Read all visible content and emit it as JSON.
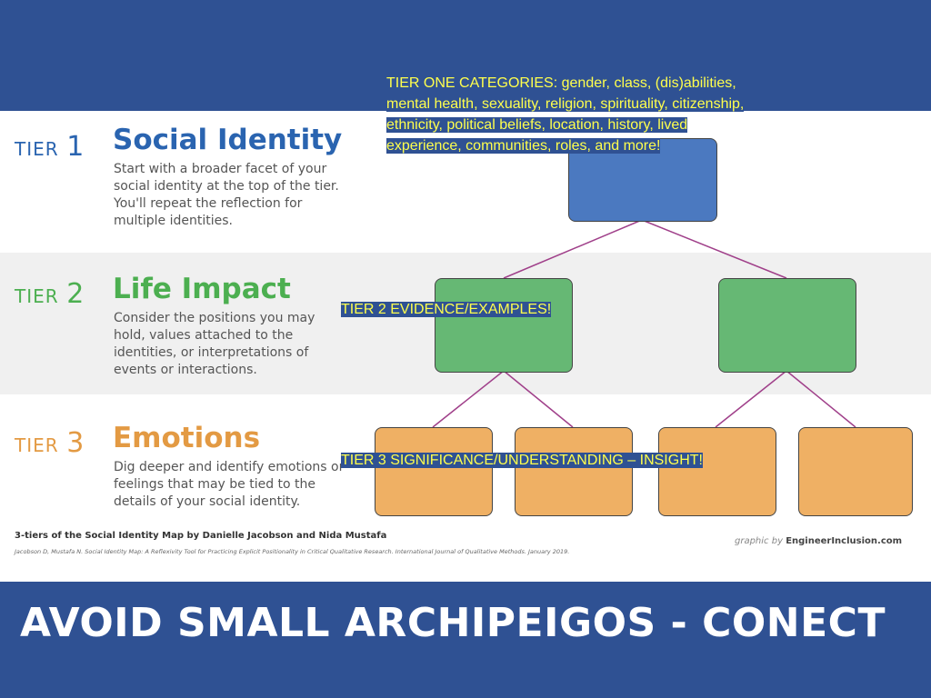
{
  "graphic": {
    "tiers": [
      {
        "prefix": "TIER",
        "number": "1",
        "title": "Social Identity",
        "description": "Start with a broader facet of your social identity at the top of the tier. You'll repeat the reflection for multiple identities."
      },
      {
        "prefix": "TIER",
        "number": "2",
        "title": "Life Impact",
        "description": "Consider the positions you may hold, values attached to the identities, or interpretations of events or interactions."
      },
      {
        "prefix": "TIER",
        "number": "3",
        "title": "Emotions",
        "description": "Dig deeper and identify emotions or feelings that may be tied to the details of your social identity."
      }
    ],
    "caption": "3-tiers of the Social Identity Map by Danielle Jacobson and Nida Mustafa",
    "citation": "Jacobson D, Mustafa N. Social Identity Map: A Reflexivity Tool for Practicing Explicit Positionality in Critical Qualitative Research. International Journal of Qualitative Methods. January 2019.",
    "credit_prefix": "graphic by",
    "credit_name": "EngineerInclusion.com",
    "colors": {
      "tier1": "#2a64b0",
      "tier2": "#4caf50",
      "tier3": "#e39a43",
      "band": "#2f5193",
      "highlight_text": "#ffff4d"
    }
  },
  "overlays": {
    "tier1_lines": [
      "TIER ONE CATEGORIES: gender, class, (dis)abilities,",
      "mental health, sexuality, religion, spirituality, citizenship,",
      "ethnicity, political beliefs, location, history, lived",
      "experience, communities, roles, and more!"
    ],
    "tier2": "TIER 2 EVIDENCE/EXAMPLES!",
    "tier3": "TIER 3 SIGNIFICANCE/UNDERSTANDING – INSIGHT!"
  },
  "slide_footer": "AVOID SMALL ARCHIPEIGOS - CONECT"
}
